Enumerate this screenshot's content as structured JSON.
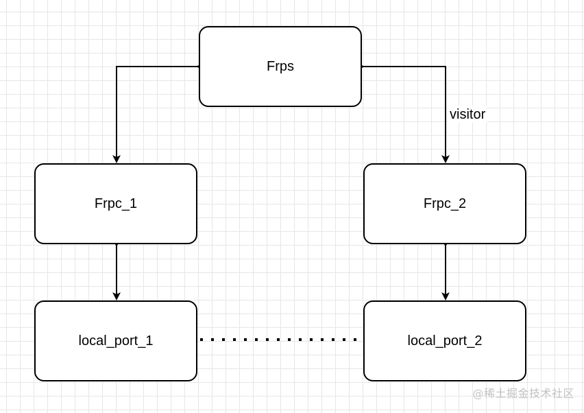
{
  "nodes": {
    "frps": "Frps",
    "frpc_1": "Frpc_1",
    "frpc_2": "Frpc_2",
    "local_port_1": "local_port_1",
    "local_port_2": "local_port_2"
  },
  "edges": {
    "visitor_label": "visitor"
  },
  "watermark": "@稀土掘金技术社区",
  "colors": {
    "stroke": "#000000",
    "grid": "#e6e6e6",
    "background": "#ffffff"
  }
}
